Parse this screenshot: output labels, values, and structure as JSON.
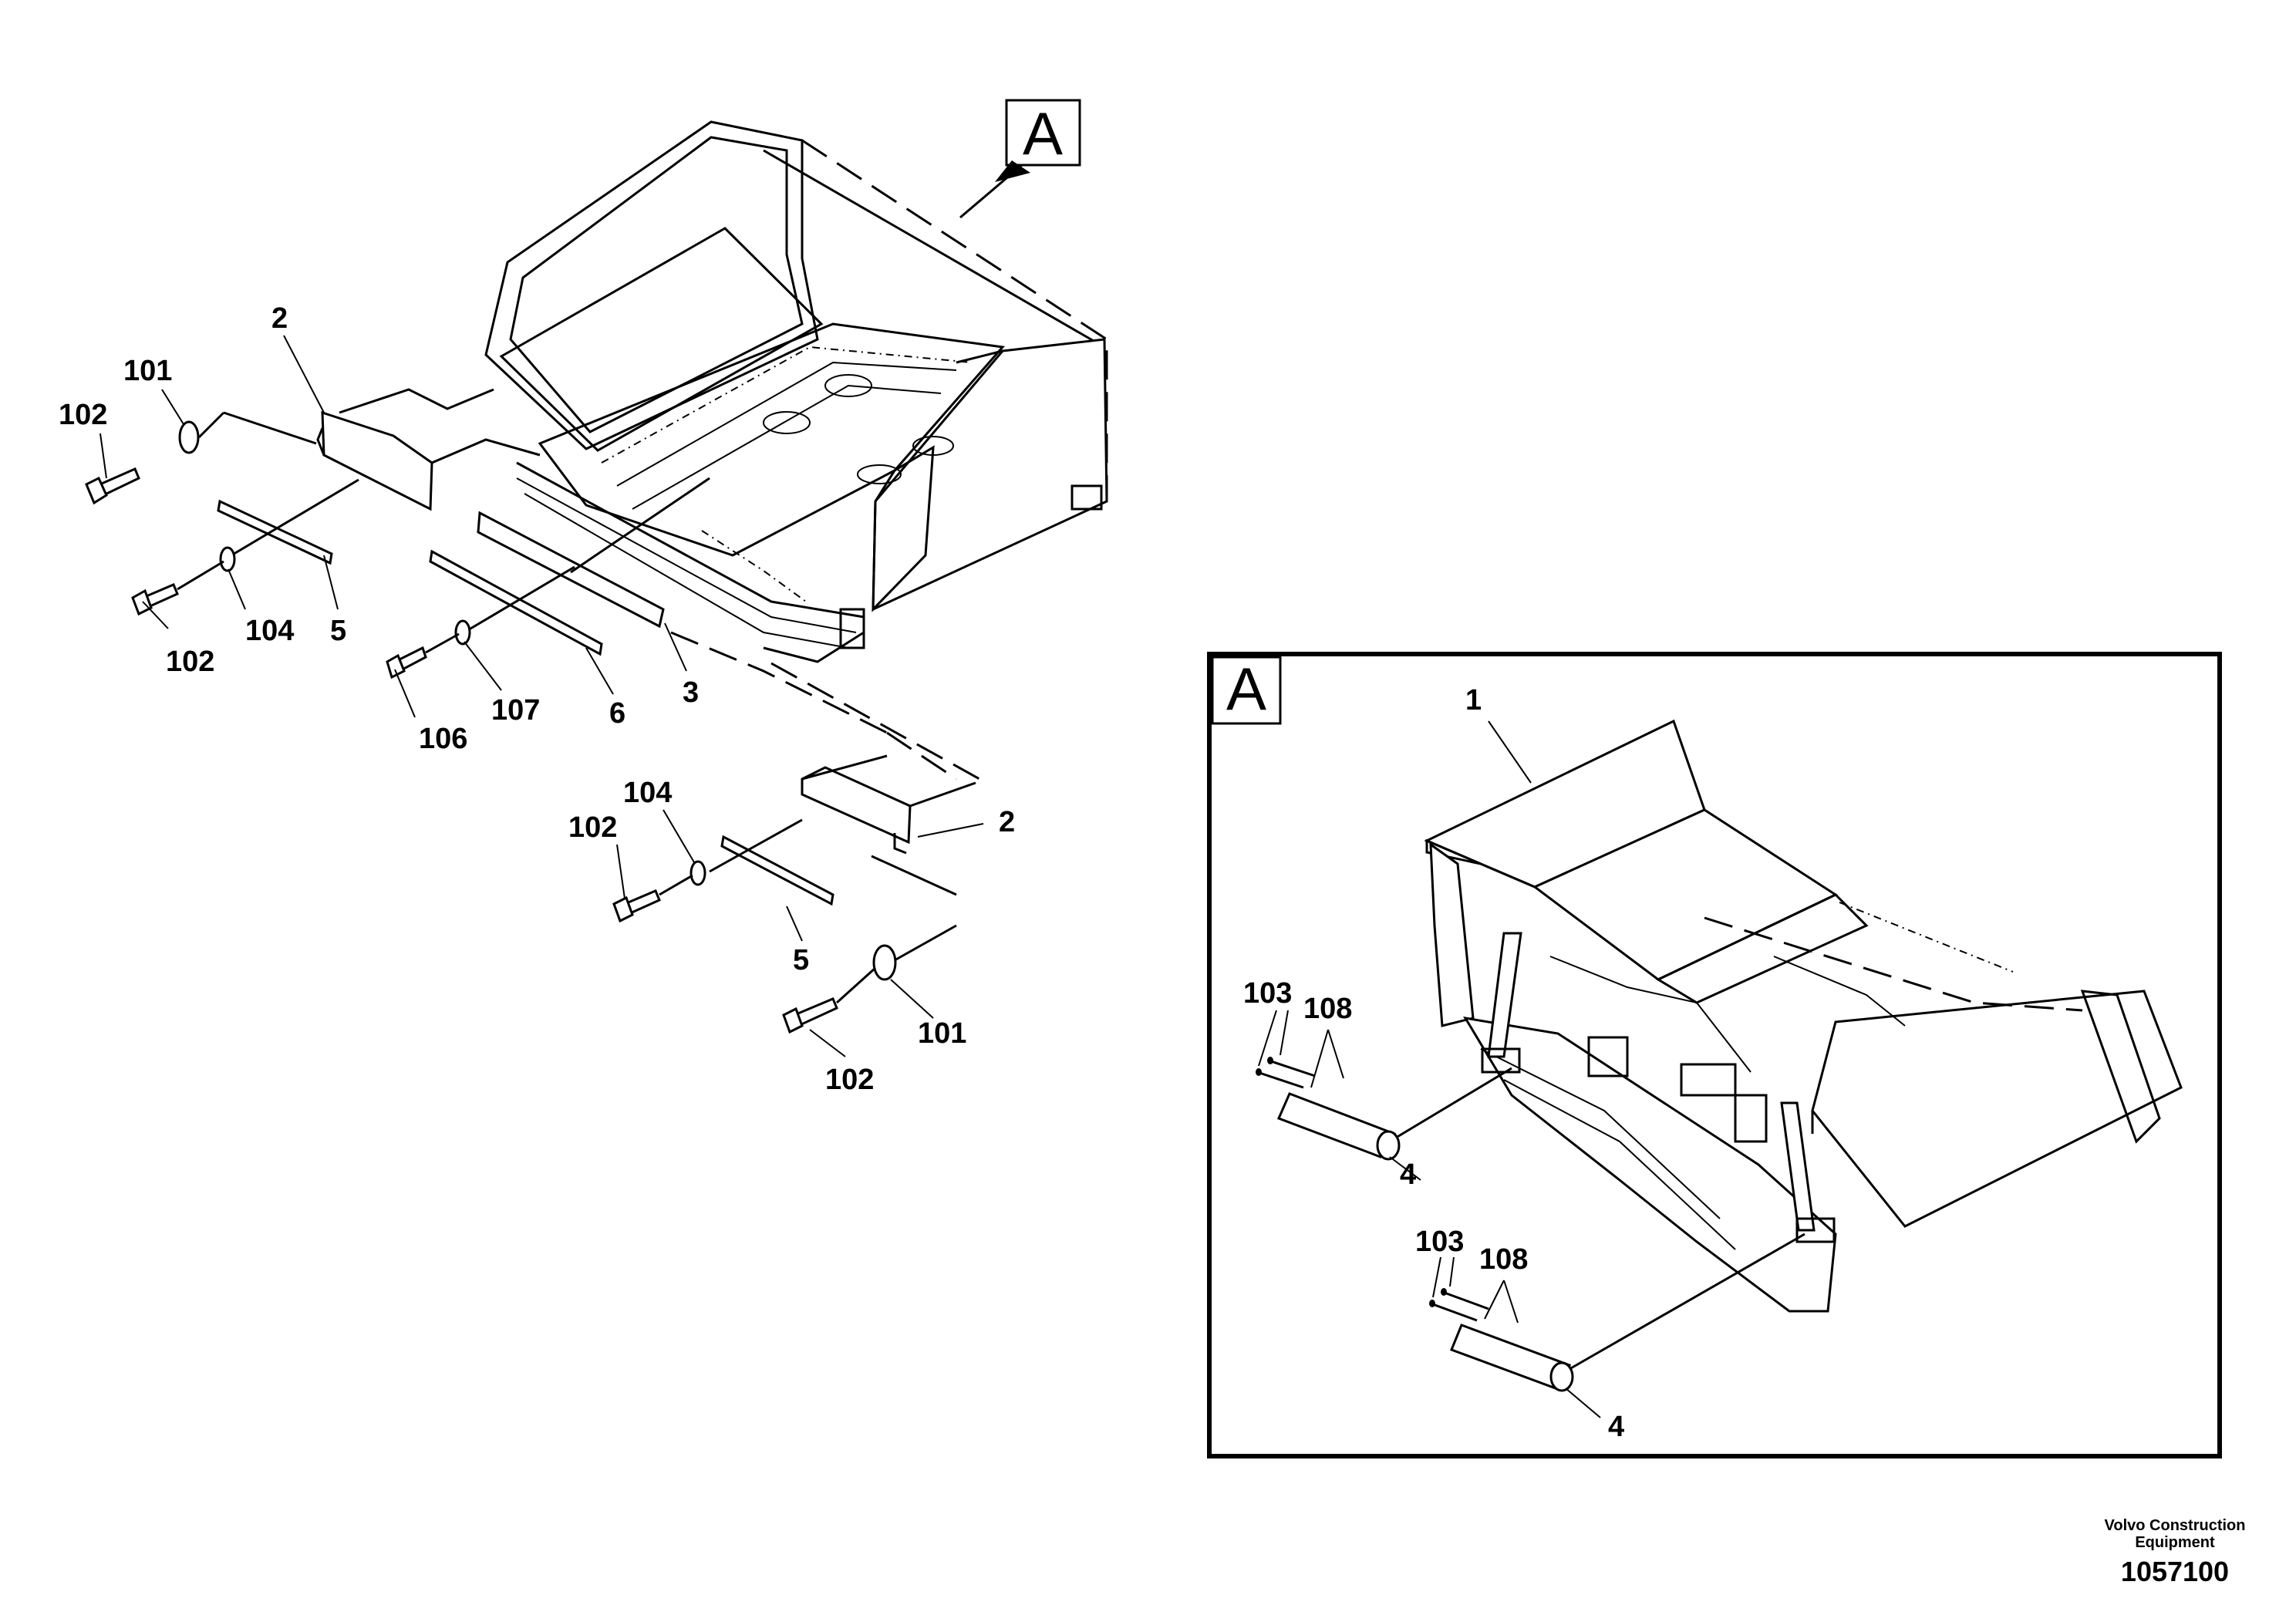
{
  "view_marker": "A",
  "detail_view": {
    "marker": "A"
  },
  "callouts": {
    "main": [
      {
        "id": "c-2a",
        "text": "2"
      },
      {
        "id": "c-101a",
        "text": "101"
      },
      {
        "id": "c-102a",
        "text": "102"
      },
      {
        "id": "c-102b",
        "text": "102"
      },
      {
        "id": "c-104a",
        "text": "104"
      },
      {
        "id": "c-5a",
        "text": "5"
      },
      {
        "id": "c-106",
        "text": "106"
      },
      {
        "id": "c-107",
        "text": "107"
      },
      {
        "id": "c-6",
        "text": "6"
      },
      {
        "id": "c-3",
        "text": "3"
      },
      {
        "id": "c-104b",
        "text": "104"
      },
      {
        "id": "c-102c",
        "text": "102"
      },
      {
        "id": "c-2b",
        "text": "2"
      },
      {
        "id": "c-5b",
        "text": "5"
      },
      {
        "id": "c-101b",
        "text": "101"
      },
      {
        "id": "c-102d",
        "text": "102"
      }
    ],
    "detail": [
      {
        "id": "d-1",
        "text": "1"
      },
      {
        "id": "d-103a",
        "text": "103"
      },
      {
        "id": "d-108a",
        "text": "108"
      },
      {
        "id": "d-4a",
        "text": "4"
      },
      {
        "id": "d-103b",
        "text": "103"
      },
      {
        "id": "d-108b",
        "text": "108"
      },
      {
        "id": "d-4b",
        "text": "4"
      }
    ]
  },
  "footer": {
    "company_line1": "Volvo Construction",
    "company_line2": "Equipment",
    "drawing_number": "1057100"
  }
}
